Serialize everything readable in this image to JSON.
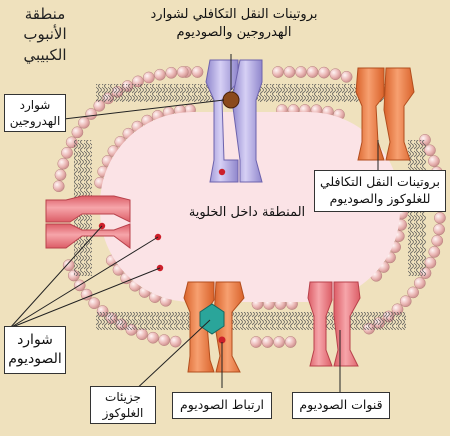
{
  "labels": {
    "tubule_lumen": "منطقة الأنبوب الكبيبي",
    "hydrogen_sodium_protein": "بروتينات النقل التكافلي لشوارد الهدروجين والصوديوم",
    "hydrogen_ions": "شوارد الهدروجين",
    "glucose_sodium_protein": "بروتينات النقل التكافلي للغلوكوز والصوديوم",
    "intracellular": "المنطقة داخل الخلوية",
    "sodium_ions": "شوارد الصوديوم",
    "glucose_molecules": "جزيئات الغلوكوز",
    "sodium_binding": "ارتباط الصوديوم",
    "sodium_channels": "قنوات الصوديوم"
  },
  "colors": {
    "background": "#efe1bd",
    "membrane_heads": "#e9b3b1",
    "tail_lines": "#444444",
    "cytoplasm": "#fbe3e6",
    "purple_protein": "#b7aee6",
    "orange_protein": "#f08a4d",
    "pink_protein": "#f0838a",
    "glucose": "#2aa59a",
    "ion": "#cc1f2a",
    "hydrogen_ion": "#8b4a1c"
  }
}
